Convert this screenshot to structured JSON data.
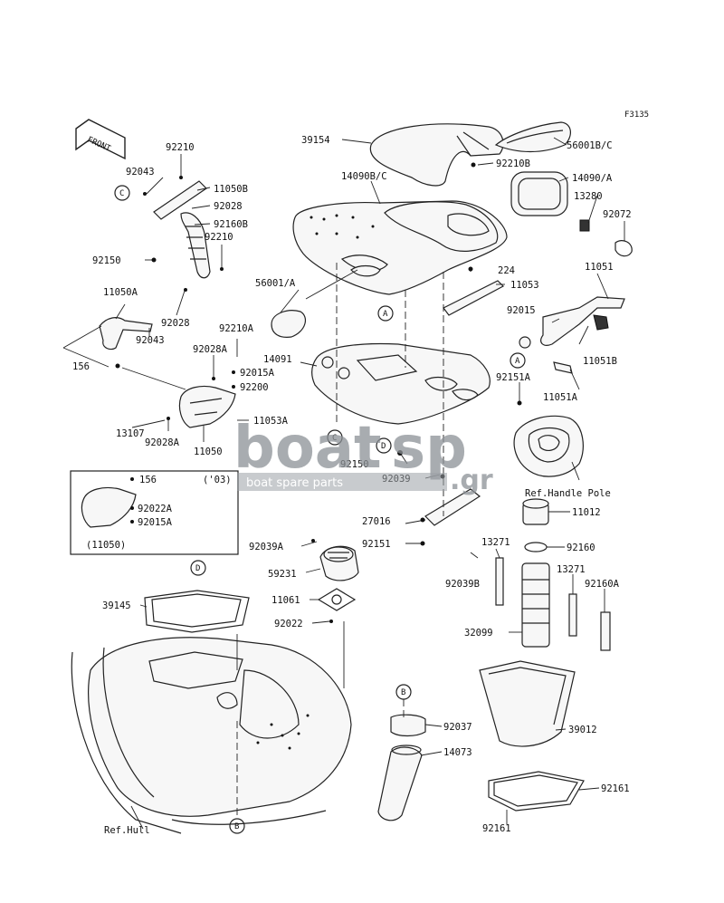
{
  "figure_code": "F3135",
  "front_label": "FRONT",
  "watermark": {
    "brand_left": "boat",
    "brand_right": "sp",
    "tld": ".gr",
    "tagline": "boat spare parts"
  },
  "callouts": [
    "A",
    "B",
    "C",
    "D"
  ],
  "inset": {
    "year": "('03)",
    "ref": "(11050)"
  },
  "parts": {
    "p39154": "39154",
    "p56001BC": "56001B/C",
    "p14090BC": "14090B/C",
    "p92210B": "92210B",
    "p14090A": "14090/A",
    "p13280": "13280",
    "p92072": "92072",
    "p92210": "92210",
    "p92043a": "92043",
    "p11050B": "11050B",
    "p92028a": "92028",
    "p92160B": "92160B",
    "p92210b2": "92210",
    "p92150a": "92150",
    "p224": "224",
    "p11053": "11053",
    "p11051": "11051",
    "p56001A": "56001/A",
    "p11050A": "11050A",
    "p92028b": "92028",
    "p92043b": "92043",
    "p92210A": "92210A",
    "p92015": "92015",
    "p92028A": "92028A",
    "p14091": "14091",
    "p92015A": "92015A",
    "p92200": "92200",
    "p156a": "156",
    "p11053A": "11053A",
    "p11051B": "11051B",
    "p92151A": "92151A",
    "p11051A": "11051A",
    "p13107": "13107",
    "p92028A2": "92028A",
    "p11050": "11050",
    "p92150b": "92150",
    "p92039": "92039",
    "p156b": "156",
    "p92022A": "92022A",
    "p92015A2": "92015A",
    "p11050paren": "(11050)",
    "refHandle": "Ref.Handle Pole",
    "p27016": "27016",
    "p11012": "11012",
    "p92151": "92151",
    "p92039A": "92039A",
    "p13271a": "13271",
    "p92160": "92160",
    "p59231": "59231",
    "p13271b": "13271",
    "p92039B": "92039B",
    "p92160A": "92160A",
    "p39145": "39145",
    "p11061": "11061",
    "p92022": "92022",
    "p32099": "32099",
    "p39012": "39012",
    "p92037": "92037",
    "p14073": "14073",
    "p92161a": "92161",
    "p92161b": "92161",
    "refHull": "Ref.Hull"
  }
}
